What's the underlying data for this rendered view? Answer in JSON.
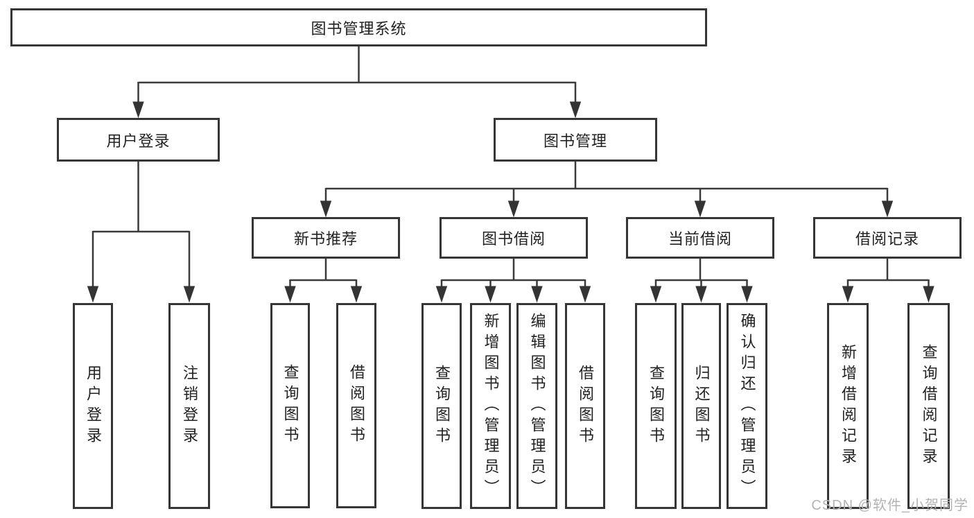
{
  "tree": {
    "root": "图书管理系统",
    "branches": [
      {
        "label": "用户登录",
        "children": [
          "用户登录",
          "注销登录"
        ]
      },
      {
        "label": "图书管理",
        "groups": [
          {
            "label": "新书推荐",
            "children": [
              "查询图书",
              "借阅图书"
            ]
          },
          {
            "label": "图书借阅",
            "children": [
              "查询图书",
              "新增图书（管理员）",
              "编辑图书（管理员）",
              "借阅图书"
            ]
          },
          {
            "label": "当前借阅",
            "children": [
              "查询图书",
              "归还图书",
              "确认归还（管理员）"
            ]
          },
          {
            "label": "借阅记录",
            "children": [
              "新增借阅记录",
              "查询借阅记录"
            ]
          }
        ]
      }
    ]
  },
  "watermark": {
    "text": "CSDN @软件_小贺同学"
  },
  "colors": {
    "line": "#3a3a3a",
    "box_border": "#363636",
    "text": "#222222",
    "watermark": "#b3b3b3",
    "background": "#ffffff"
  }
}
